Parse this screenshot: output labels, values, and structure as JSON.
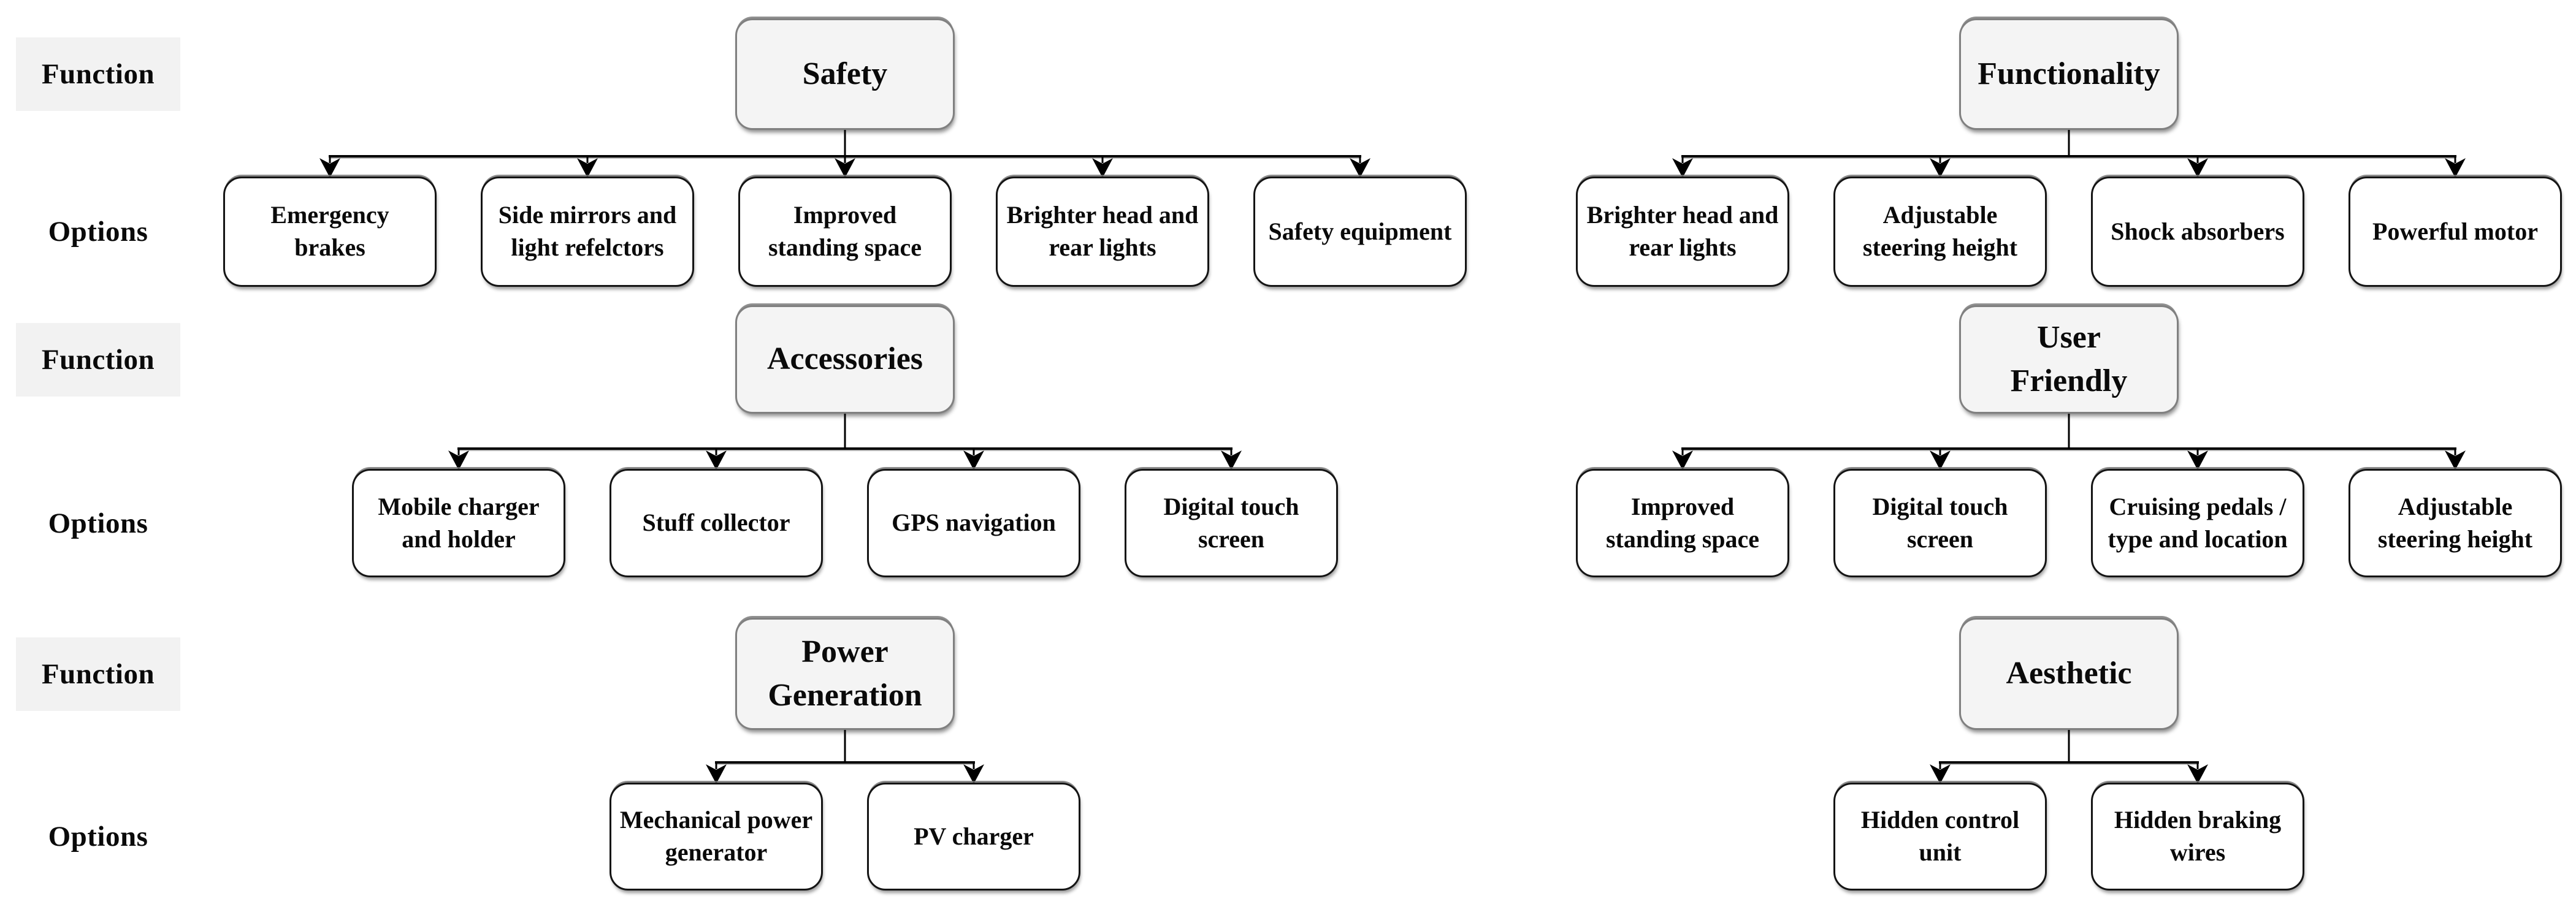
{
  "row_labels": {
    "function_label": "Function",
    "options_label": "Options"
  },
  "styles": {
    "root_fill": "#f4f4f4",
    "root_border": "#808080",
    "option_fill": "#ffffff",
    "option_border": "#141414",
    "label_bg": "#f2f2f2",
    "connector_color": "#000000",
    "text_color": "#0a0a0a"
  },
  "trees": [
    {
      "function_label": "Safety",
      "options": [
        "Emergency\nbrakes",
        "Side mirrors and\nlight refelctors",
        "Improved\nstanding space",
        "Brighter head and\nrear lights",
        "Safety equipment"
      ]
    },
    {
      "function_label": "Functionality",
      "options": [
        "Brighter head and\nrear lights",
        "Adjustable\nsteering height",
        "Shock absorbers",
        "Powerful motor"
      ]
    },
    {
      "function_label": "Accessories",
      "options": [
        "Mobile charger\nand holder",
        "Stuff collector",
        "GPS navigation",
        "Digital touch\nscreen"
      ]
    },
    {
      "function_label": "User\nFriendly",
      "options": [
        "Improved\nstanding space",
        "Digital touch\nscreen",
        "Cruising pedals /\ntype and location",
        "Adjustable\nsteering height"
      ]
    },
    {
      "function_label": "Power\nGeneration",
      "options": [
        "Mechanical power\ngenerator",
        "PV charger"
      ]
    },
    {
      "function_label": "Aesthetic",
      "options": [
        "Hidden control\nunit",
        "Hidden braking\nwires"
      ]
    }
  ]
}
